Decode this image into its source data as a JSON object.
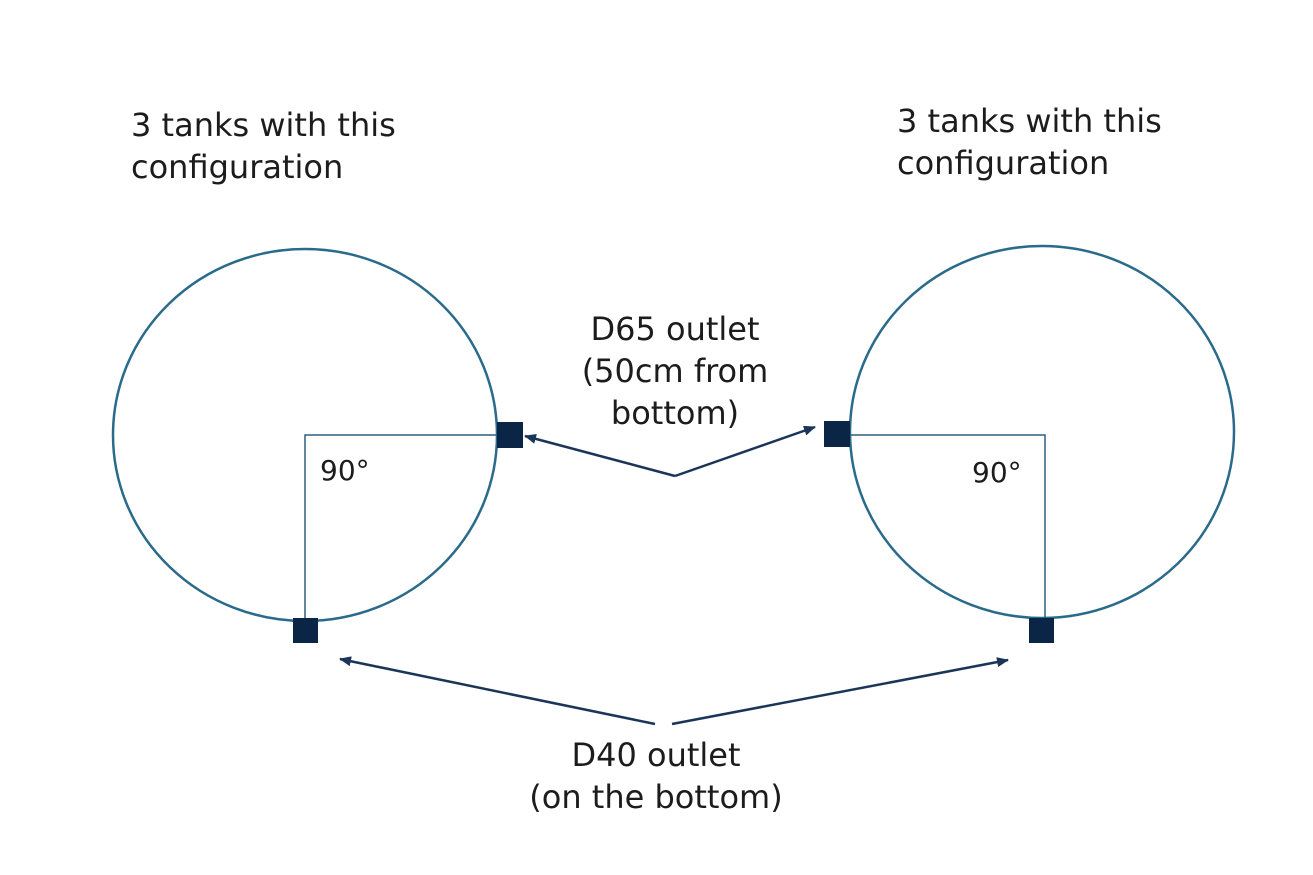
{
  "left_tank": {
    "caption_line1": "3 tanks with this",
    "caption_line2": "configuration",
    "angle_label": "90°"
  },
  "right_tank": {
    "caption_line1": "3 tanks with this",
    "caption_line2": "configuration",
    "angle_label": "90°"
  },
  "d65_outlet": {
    "line1": "D65 outlet",
    "line2": "(50cm from",
    "line3": "bottom)"
  },
  "d40_outlet": {
    "line1": "D40 outlet",
    "line2": "(on the bottom)"
  },
  "colors": {
    "tank_outline": "#2a6a8a",
    "outlet_fill": "#0b2547",
    "arrow": "#1b3558",
    "guide_line": "#2e5f7e"
  }
}
